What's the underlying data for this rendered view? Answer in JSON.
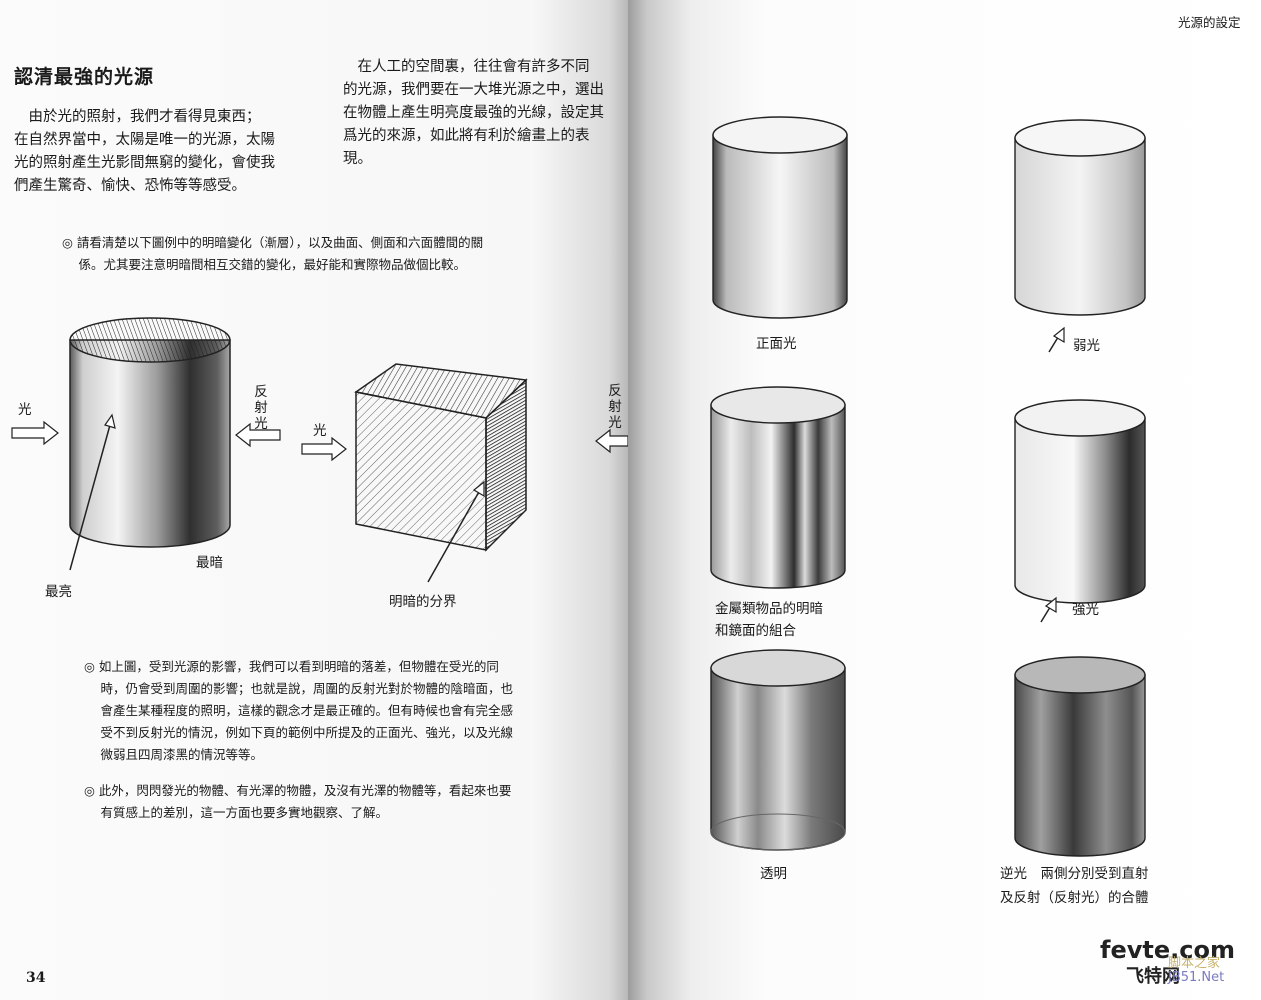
{
  "left_page": {
    "title": "認清最強的光源",
    "intro_left": "　由於光的照射，我們才看得見東西；\n在自然界當中，太陽是唯一的光源，太陽\n光的照射產生光影間無窮的變化，會使我\n們產生驚奇、愉快、恐怖等等感受。",
    "intro_right": "　在人工的空間裏，往往會有許多不同\n的光源，我們要在一大堆光源之中，選出\n在物體上產生明亮度最強的光線，設定其\n爲光的來源，如此將有利於繪畫上的表\n現。",
    "note1": "◎ 請看清楚以下圖例中的明暗變化（漸層），以及曲面、側面和六面體間的關\n　 係。尤其要注意明暗間相互交錯的變化，最好能和實際物品做個比較。",
    "note2": "◎ 如上圖，受到光源的影響，我們可以看到明暗的落差，但物體在受光的同\n　 時，仍會受到周圍的影響；也就是說，周圍的反射光對於物體的陰暗面，也\n　 會產生某種程度的照明，這樣的觀念才是最正確的。但有時候也會有完全感\n　 受不到反射光的情況，例如下頁的範例中所提及的正面光、強光，以及光線\n　 微弱且四周漆黑的情況等等。",
    "note3": "◎ 此外，閃閃發光的物體、有光澤的物體，及沒有光澤的物體等，看起來也要\n　 有質感上的差別，這一方面也要多實地觀察、了解。",
    "labels": {
      "light_left": "光",
      "reflected_left": "反射光",
      "brightest": "最亮",
      "darkest": "最暗",
      "light_cube": "光",
      "reflected_cube": "反射光",
      "boundary": "明暗的分界"
    },
    "page_number": "34"
  },
  "right_page": {
    "header": "光源的設定",
    "captions": {
      "front": "正面光",
      "weak": "弱光",
      "metal": "金屬類物品的明暗\n和鏡面的組合",
      "strong": "強光",
      "transparent": "透明",
      "backlight": "逆光　兩側分別受到直射\n及反射（反射光）的合體"
    },
    "watermark_brand": "fevte.com",
    "watermark_sub": "飞特网",
    "watermark_site1": "脚本之家",
    "watermark_site2": "JB51.Net"
  }
}
